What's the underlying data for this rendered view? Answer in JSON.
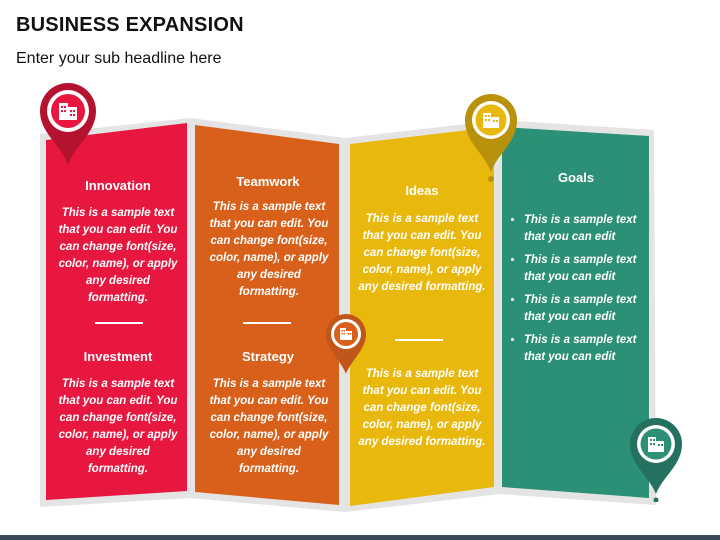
{
  "title": "BUSINESS EXPANSION",
  "subtitle": "Enter your sub headline here",
  "colors": {
    "red": "#e8173f",
    "orange": "#d8601a",
    "yellow": "#e9b80c",
    "green": "#2b9076",
    "red_pin": "#b5122f",
    "orange_pin": "#c0561b",
    "yellow_pin": "#b8920b",
    "green_pin": "#23715e",
    "frame": "#e4e4e4"
  },
  "panels": {
    "red": {
      "heading_top": "Innovation",
      "text_top": "This is a sample text that you can edit. You can change font(size, color, name), or apply any desired formatting.",
      "heading_bottom": "Investment",
      "text_bottom": "This is a sample text that you can edit. You can change font(size, color, name), or apply any desired formatting."
    },
    "orange": {
      "heading_top": "Teamwork",
      "text_top": "This is a sample text that you can edit. You can change font(size, color, name), or apply any desired formatting.",
      "heading_bottom": "Strategy",
      "text_bottom": "This is a sample text that you can edit. You can change font(size, color, name), or apply any desired formatting."
    },
    "yellow": {
      "heading_top": "Ideas",
      "text_top": "This is a sample text that you can edit. You can change font(size, color, name), or apply any desired formatting.",
      "text_bottom": "This is a sample text that you can edit. You can change font(size, color, name), or apply any desired formatting."
    },
    "green": {
      "heading_top": "Goals",
      "bullets": [
        "This is a sample text that you can edit",
        "This is a sample text that you can edit",
        "This is a sample text that you can edit",
        "This is a sample text that you can edit"
      ]
    }
  },
  "icons": [
    "building-icon"
  ]
}
